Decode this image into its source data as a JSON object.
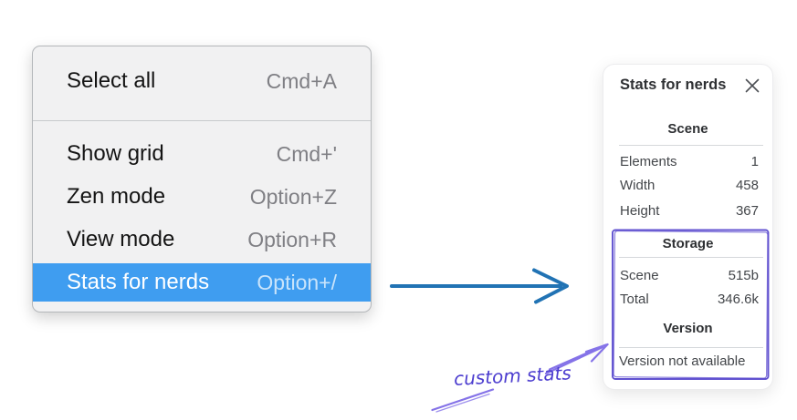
{
  "context_menu": {
    "items": [
      {
        "label": "Select all",
        "shortcut": "Cmd+A",
        "highlighted": false
      },
      {
        "label": "Show grid",
        "shortcut": "Cmd+'",
        "highlighted": false
      },
      {
        "label": "Zen mode",
        "shortcut": "Option+Z",
        "highlighted": false
      },
      {
        "label": "View mode",
        "shortcut": "Option+R",
        "highlighted": false
      },
      {
        "label": "Stats for nerds",
        "shortcut": "Option+/",
        "highlighted": true
      }
    ]
  },
  "stats_panel": {
    "title": "Stats for nerds",
    "sections": [
      {
        "heading": "Scene",
        "rows": [
          {
            "label": "Elements",
            "value": "1"
          },
          {
            "label": "Width",
            "value": "458"
          },
          {
            "label": "Height",
            "value": "367"
          }
        ]
      },
      {
        "heading": "Storage",
        "rows": [
          {
            "label": "Scene",
            "value": "515b"
          },
          {
            "label": "Total",
            "value": "346.6k"
          }
        ]
      },
      {
        "heading": "Version",
        "rows": [],
        "note": "Version not available"
      }
    ]
  },
  "annotation": {
    "label": "custom stats"
  },
  "icons": {
    "close": "×",
    "arrow_right": "→"
  },
  "colors": {
    "menu_highlight": "#3f9df0",
    "menu_background": "#f1f1f2",
    "blue_arrow": "#2173b4",
    "purple_box": "#6152d0",
    "purple_arrow": "#8573e8",
    "purple_text": "#4b3ccf"
  }
}
